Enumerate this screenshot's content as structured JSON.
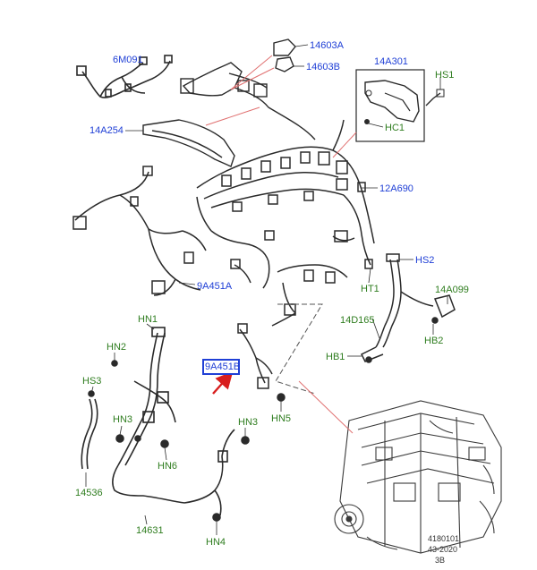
{
  "diagram": {
    "labels": {
      "p_6M091": "6M091",
      "p_14603A": "14603A",
      "p_14603B": "14603B",
      "p_14A301": "14A301",
      "p_HS1": "HS1",
      "p_HC1": "HC1",
      "p_14A254": "14A254",
      "p_12A690": "12A690",
      "p_HS2": "HS2",
      "p_14A099": "14A099",
      "p_HT1": "HT1",
      "p_9A451A": "9A451A",
      "p_14D165": "14D165",
      "p_HB2": "HB2",
      "p_HB1": "HB1",
      "p_HN1": "HN1",
      "p_HN2": "HN2",
      "p_9A451B": "9A451B",
      "p_HS3": "HS3",
      "p_HN5": "HN5",
      "p_HN3a": "HN3",
      "p_HN3b": "HN3",
      "p_HN6": "HN6",
      "p_14536": "14536",
      "p_14631": "14631",
      "p_HN4": "HN4"
    },
    "footer": {
      "ref": "4180101",
      "date": "43-2020",
      "rev": "3B"
    },
    "colors": {
      "blue_label": "#1f3fd6",
      "green_label": "#2f7d1f",
      "leader": "#e07070",
      "arrow": "#d81e1e",
      "line": "#2a2a2a"
    }
  }
}
